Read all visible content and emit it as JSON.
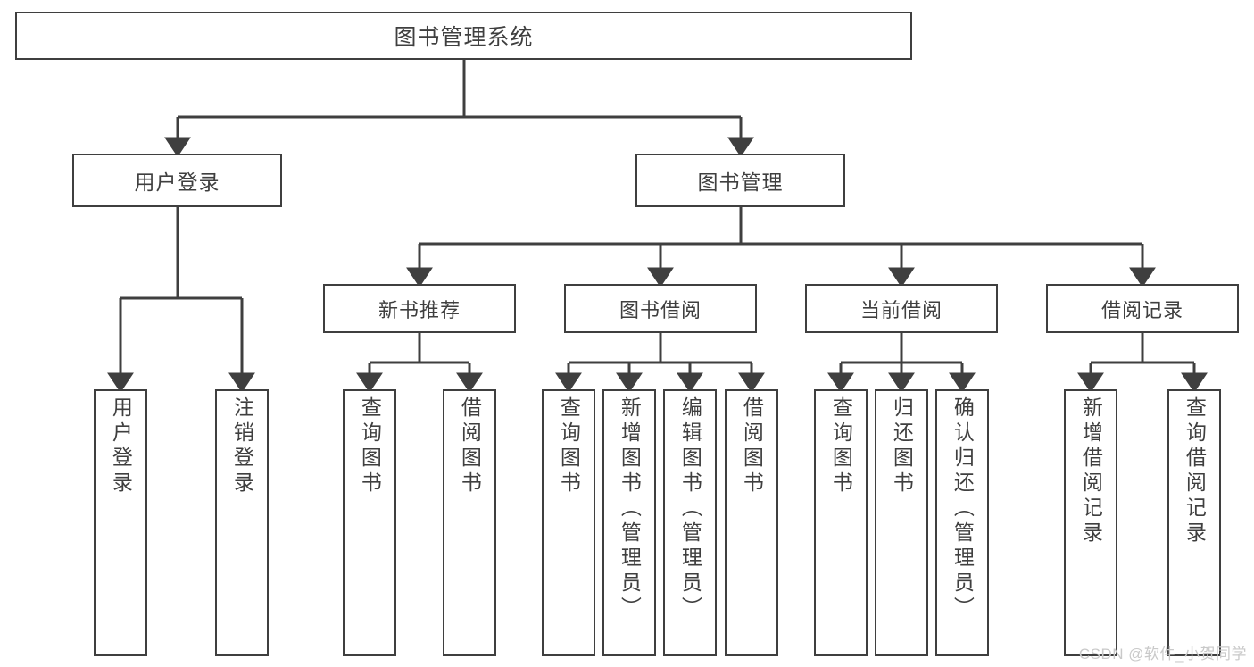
{
  "diagram": {
    "type": "tree",
    "title": "图书管理系统",
    "watermark": "CSDN @软件_小贺同学",
    "colors": {
      "stroke": "#3f3f3f",
      "fill": "#ffffff",
      "text": "#3f3f3f",
      "watermark": "#c9c9c9"
    },
    "root": {
      "label": "图书管理系统"
    },
    "level1": [
      {
        "label": "用户登录"
      },
      {
        "label": "图书管理"
      }
    ],
    "level2": [
      {
        "label": "新书推荐"
      },
      {
        "label": "图书借阅"
      },
      {
        "label": "当前借阅"
      },
      {
        "label": "借阅记录"
      }
    ],
    "leaves": {
      "user_login": [
        {
          "label": "用户登录"
        },
        {
          "label": "注销登录"
        }
      ],
      "new_book": [
        {
          "label": "查询图书"
        },
        {
          "label": "借阅图书"
        }
      ],
      "borrow": [
        {
          "label": "查询图书"
        },
        {
          "label": "新增图书（管理员）"
        },
        {
          "label": "编辑图书（管理员）"
        },
        {
          "label": "借阅图书"
        }
      ],
      "current": [
        {
          "label": "查询图书"
        },
        {
          "label": "归还图书"
        },
        {
          "label": "确认归还（管理员）"
        }
      ],
      "records": [
        {
          "label": "新增借阅记录"
        },
        {
          "label": "查询借阅记录"
        }
      ]
    }
  }
}
